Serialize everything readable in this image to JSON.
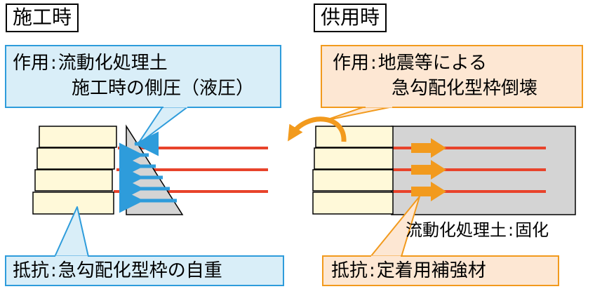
{
  "construction": {
    "title": "施工時",
    "action": {
      "label": "作用",
      "sep": ":",
      "line1": "流動化処理土",
      "line2": "施工時の側圧（液圧）"
    },
    "resistance": {
      "label": "抵抗",
      "sep": ":",
      "text": "急勾配化型枠の自重"
    }
  },
  "service": {
    "title": "供用時",
    "action": {
      "label": "作用",
      "sep": ":",
      "line1": "地震等による",
      "line2": "急勾配化型枠倒壊"
    },
    "resistance": {
      "label": "抵抗",
      "sep": ":",
      "text": "定着用補強材"
    },
    "material": {
      "label": "流動化処理土",
      "sep": ":",
      "state": "固化"
    }
  },
  "colors": {
    "blue_accent": "#2E9CDB",
    "blue_fill": "#D9EEF8",
    "orange_accent": "#F29A1D",
    "orange_fill": "#FDE7D3",
    "reinforcement": "#E8432B",
    "block_fill": "#FFF9D9",
    "soil_fill": "#D4D4D4"
  }
}
